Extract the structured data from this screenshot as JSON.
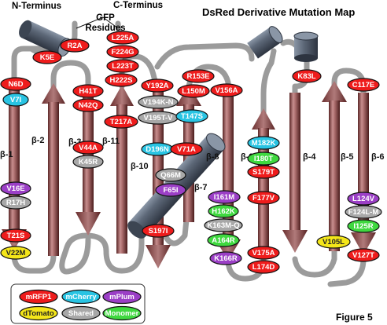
{
  "title": "DsRed Derivative Mutation Map",
  "terminus": {
    "n": "N-Terminus",
    "c": "C-Terminus",
    "gfp_line1": "GFP",
    "gfp_line2": "Residues"
  },
  "figure_label": "Figure 5",
  "strand_labels": [
    "β-1",
    "β-2",
    "β-3",
    "β-11",
    "β-10",
    "β-7",
    "β-8",
    "β-9",
    "β-4",
    "β-5",
    "β-6"
  ],
  "categories": {
    "mrfp1": {
      "label": "mRFP1",
      "color": "#ee1c1c",
      "text_color": "#ffffff"
    },
    "mcherry": {
      "label": "mCherry",
      "color": "#29c4e3",
      "text_color": "#ffffff"
    },
    "mplum": {
      "label": "mPlum",
      "color": "#9b3fc6",
      "text_color": "#ffffff"
    },
    "dtomato": {
      "label": "dTomato",
      "color": "#f4e61a",
      "text_color": "#222222"
    },
    "shared": {
      "label": "Shared",
      "color": "#a8a8a8",
      "text_color": "#ffffff"
    },
    "monomer": {
      "label": "Monomer",
      "color": "#3fd83f",
      "text_color": "#ffffff"
    }
  },
  "mutations": [
    {
      "label": "R2A",
      "category": "mrfp1"
    },
    {
      "label": "K5E",
      "category": "mrfp1"
    },
    {
      "label": "N6D",
      "category": "mrfp1"
    },
    {
      "label": "V7I",
      "category": "mcherry"
    },
    {
      "label": "V16E",
      "category": "mplum"
    },
    {
      "label": "R17H",
      "category": "shared"
    },
    {
      "label": "T21S",
      "category": "mrfp1"
    },
    {
      "label": "V22M",
      "category": "dtomato"
    },
    {
      "label": "H41T",
      "category": "mrfp1"
    },
    {
      "label": "N42Q",
      "category": "mrfp1"
    },
    {
      "label": "V44A",
      "category": "mrfp1"
    },
    {
      "label": "K45R",
      "category": "shared"
    },
    {
      "label": "L225A",
      "category": "mrfp1"
    },
    {
      "label": "F224G",
      "category": "mrfp1"
    },
    {
      "label": "L223T",
      "category": "mrfp1"
    },
    {
      "label": "H222S",
      "category": "mrfp1"
    },
    {
      "label": "T217A",
      "category": "mrfp1"
    },
    {
      "label": "Y192A",
      "category": "mrfp1"
    },
    {
      "label": "V194K-N",
      "category": "shared"
    },
    {
      "label": "V195T-V",
      "category": "shared"
    },
    {
      "label": "D196N",
      "category": "mcherry"
    },
    {
      "label": "Q66M",
      "category": "shared"
    },
    {
      "label": "F65I",
      "category": "mplum"
    },
    {
      "label": "S197I",
      "category": "mrfp1"
    },
    {
      "label": "R153E",
      "category": "mrfp1"
    },
    {
      "label": "L150M",
      "category": "mrfp1"
    },
    {
      "label": "T147S",
      "category": "mcherry"
    },
    {
      "label": "V71A",
      "category": "mrfp1"
    },
    {
      "label": "V156A",
      "category": "mrfp1"
    },
    {
      "label": "M182K",
      "category": "mcherry"
    },
    {
      "label": "I180T",
      "category": "monomer"
    },
    {
      "label": "S179T",
      "category": "mrfp1"
    },
    {
      "label": "F177V",
      "category": "mrfp1"
    },
    {
      "label": "V175A",
      "category": "mrfp1"
    },
    {
      "label": "L174D",
      "category": "mrfp1"
    },
    {
      "label": "I161M",
      "category": "mplum"
    },
    {
      "label": "H162K",
      "category": "monomer"
    },
    {
      "label": "K163M-Q",
      "category": "shared"
    },
    {
      "label": "A164R",
      "category": "monomer"
    },
    {
      "label": "K166R",
      "category": "mplum"
    },
    {
      "label": "K83L",
      "category": "mrfp1"
    },
    {
      "label": "C117E",
      "category": "mrfp1"
    },
    {
      "label": "L124V",
      "category": "mplum"
    },
    {
      "label": "F124L-M",
      "category": "shared"
    },
    {
      "label": "I125R",
      "category": "monomer"
    },
    {
      "label": "V105L",
      "category": "dtomato"
    },
    {
      "label": "V127T",
      "category": "mrfp1"
    }
  ]
}
